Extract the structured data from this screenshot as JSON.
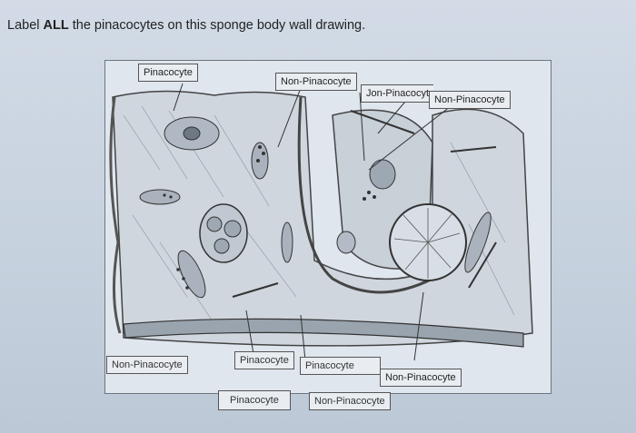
{
  "question": {
    "prefix": "Label ",
    "emphasis": "ALL",
    "suffix": " the pinacocytes on this sponge body wall drawing."
  },
  "labels": {
    "top_left": "Pinacocyte",
    "top_center": "Non-Pinacocyte",
    "top_right_partial": "Jon-Pinacocyt",
    "top_right": "Non-Pinacocyte",
    "bottom_left": "Non-Pinacocyte",
    "bottom_center": "Pinacocyte",
    "bottom_center_2": "Pinacocyte",
    "bottom_right": "Non-Pinacocyte",
    "bank_1": "Pinacocyte",
    "bank_2": "Non-Pinacocyte"
  }
}
